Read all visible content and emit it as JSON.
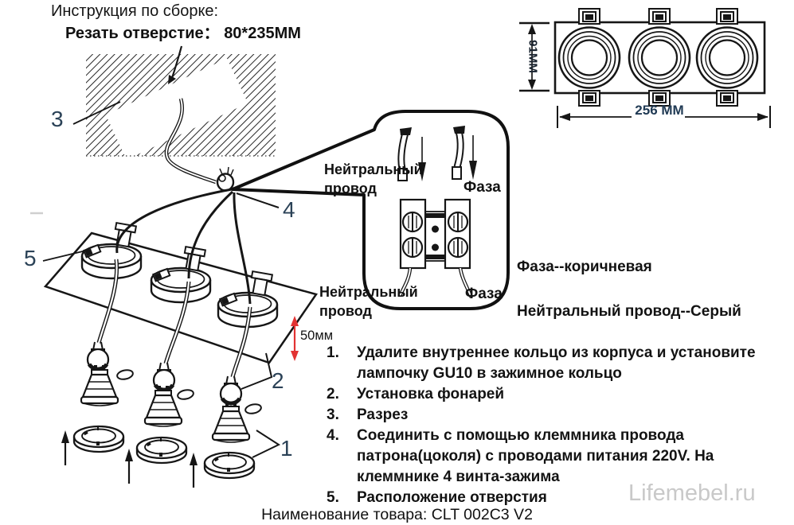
{
  "header": {
    "title": "Инструкция по сборке:",
    "cut_note": "Резать отверстие：  80*235ММ"
  },
  "assembly": {
    "labels": {
      "part1": "1",
      "part2": "2",
      "part3": "3",
      "part4": "4",
      "part5": "5"
    },
    "recess_depth": "50мм"
  },
  "wiring": {
    "neutral_top": "Нейтральный провод",
    "phase_top": "Фаза",
    "neutral_bottom": "Нейтральный провод",
    "phase_bottom": "Фаза",
    "phase_color": "Фаза--коричневая",
    "neutral_color": "Нейтральный провод--Серый"
  },
  "fixture": {
    "height": "91MM",
    "width": "256 MM"
  },
  "instructions": {
    "items": [
      {
        "num": "1.",
        "text": "Удалите внутреннее кольцо из корпуса и установите\nлампочку GU10 в зажимное кольцо"
      },
      {
        "num": "2.",
        "text": "Установка фонарей"
      },
      {
        "num": "3.",
        "text": "Разрез"
      },
      {
        "num": "4.",
        "text": "Соединить с помощью клеммника провода\nпатрона(цоколя) с проводами питания 220V. На\nклеммнике 4 винта-зажима"
      },
      {
        "num": "5.",
        "text": "Расположение отверстия"
      }
    ]
  },
  "footer": {
    "product": "Наименование товара: CLT 002C3 V2",
    "watermark": "Lifemebel.ru"
  },
  "colors": {
    "ink": "#1a1a1a",
    "label_blue": "#2b4257",
    "dim_red": "#e23333",
    "watermark_gray": "#c9c9c9"
  }
}
